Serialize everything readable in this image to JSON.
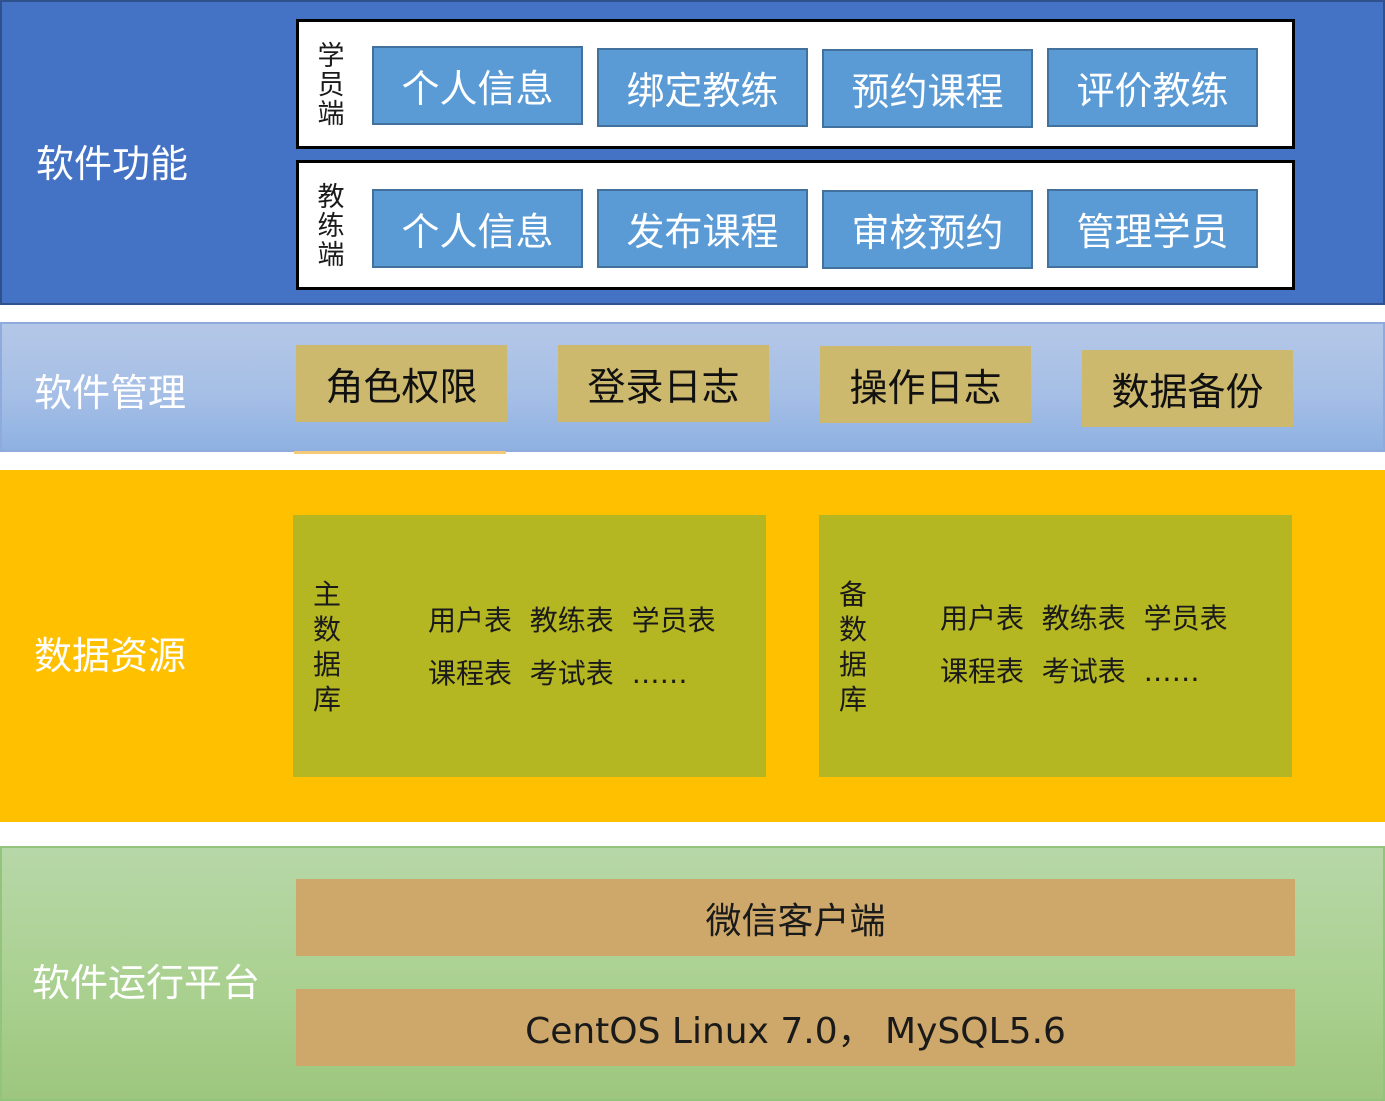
{
  "software_function": {
    "title": "软件功能",
    "student": {
      "label": [
        "学",
        "员",
        "端"
      ],
      "items": [
        "个人信息",
        "绑定教练",
        "预约课程",
        "评价教练"
      ]
    },
    "coach": {
      "label": [
        "教",
        "练",
        "端"
      ],
      "items": [
        "个人信息",
        "发布课程",
        "审核预约",
        "管理学员"
      ]
    }
  },
  "software_management": {
    "title": "软件管理",
    "items": [
      "角色权限",
      "登录日志",
      "操作日志",
      "数据备份"
    ]
  },
  "data_resources": {
    "title": "数据资源",
    "main_db": {
      "label": [
        "主",
        "数",
        "据",
        "库"
      ],
      "row1": "用户表  教练表  学员表",
      "row2": "课程表  考试表  ……"
    },
    "backup_db": {
      "label": [
        "备",
        "数",
        "据",
        "库"
      ],
      "row1": "用户表  教练表  学员表",
      "row2": "课程表  考试表  ……"
    }
  },
  "runtime_platform": {
    "title": "软件运行平台",
    "client": "微信客户端",
    "server": "CentOS Linux 7.0， MySQL5.6"
  },
  "colors": {
    "function_layer": "#4472c4",
    "function_button": "#5b9bd5",
    "management_layer": "#b4c7e7",
    "management_button": "#cdb96e",
    "data_layer": "#ffc000",
    "database_box": "#b4b622",
    "platform_layer": "#a9d08e",
    "platform_box": "#cea86a"
  }
}
